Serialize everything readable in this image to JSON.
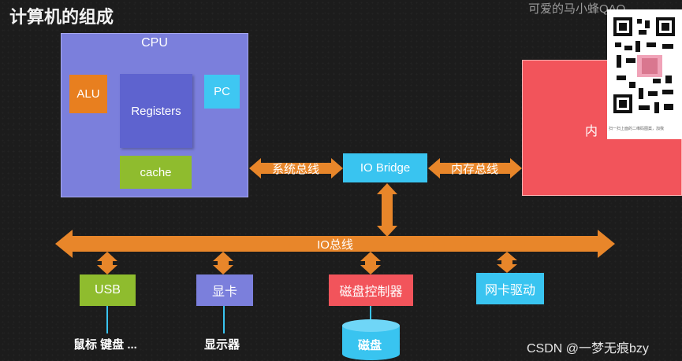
{
  "title": "计算机的组成",
  "watermark_top": "可爱的马小蜂QAO",
  "cpu": {
    "label": "CPU",
    "alu": "ALU",
    "registers": "Registers",
    "pc": "PC",
    "cache": "cache"
  },
  "links": {
    "system_bus": "系统总线",
    "memory_bus": "内存总线",
    "io_bus": "IO总线"
  },
  "bridge": "IO Bridge",
  "memory": "内",
  "devices": {
    "usb": "USB",
    "gpu": "显卡",
    "disk_controller": "磁盘控制器",
    "nic": "网卡驱动"
  },
  "captions": {
    "usb": "鼠标 键盘 ...",
    "gpu": "显示器",
    "disk": "磁盘"
  },
  "qr_caption": "扫一扫上面的二维码图案，加我",
  "csdn_watermark": "CSDN @一梦无痕bzy",
  "colors": {
    "orange": "#e8862a",
    "blue": "#39c4f0",
    "purple": "#7b7fdc",
    "green": "#8fbc2e",
    "red": "#f2545b"
  }
}
